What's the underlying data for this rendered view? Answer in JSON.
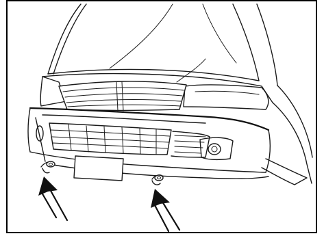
{
  "figure": {
    "subject": "vehicle-front-bumper-towing-eyelets",
    "frame_color": "#000000",
    "line_color": "#1a1a1a",
    "background_color": "#ffffff",
    "pointer_arrows": [
      "left-towing-eyelet",
      "right-towing-eyelet"
    ]
  }
}
